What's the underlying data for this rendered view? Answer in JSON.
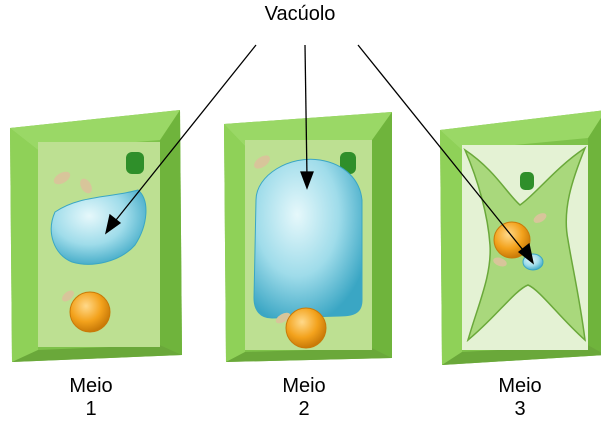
{
  "label": "Vacúolo",
  "cells": [
    {
      "medium": "Meio",
      "number": "1",
      "vacuole": "medium"
    },
    {
      "medium": "Meio",
      "number": "2",
      "vacuole": "large"
    },
    {
      "medium": "Meio",
      "number": "3",
      "vacuole": "small"
    }
  ],
  "colors": {
    "wall": "#7ec24a",
    "wall_dark": "#5a9e2c",
    "cytoplasm": "#b7dc8d",
    "vacuole": "#7fcfe0",
    "vacuole_edge": "#3aa6c4",
    "nucleus": "#f3a21c",
    "chloroplast": "#2f8f2a",
    "arrow": "#000000"
  }
}
